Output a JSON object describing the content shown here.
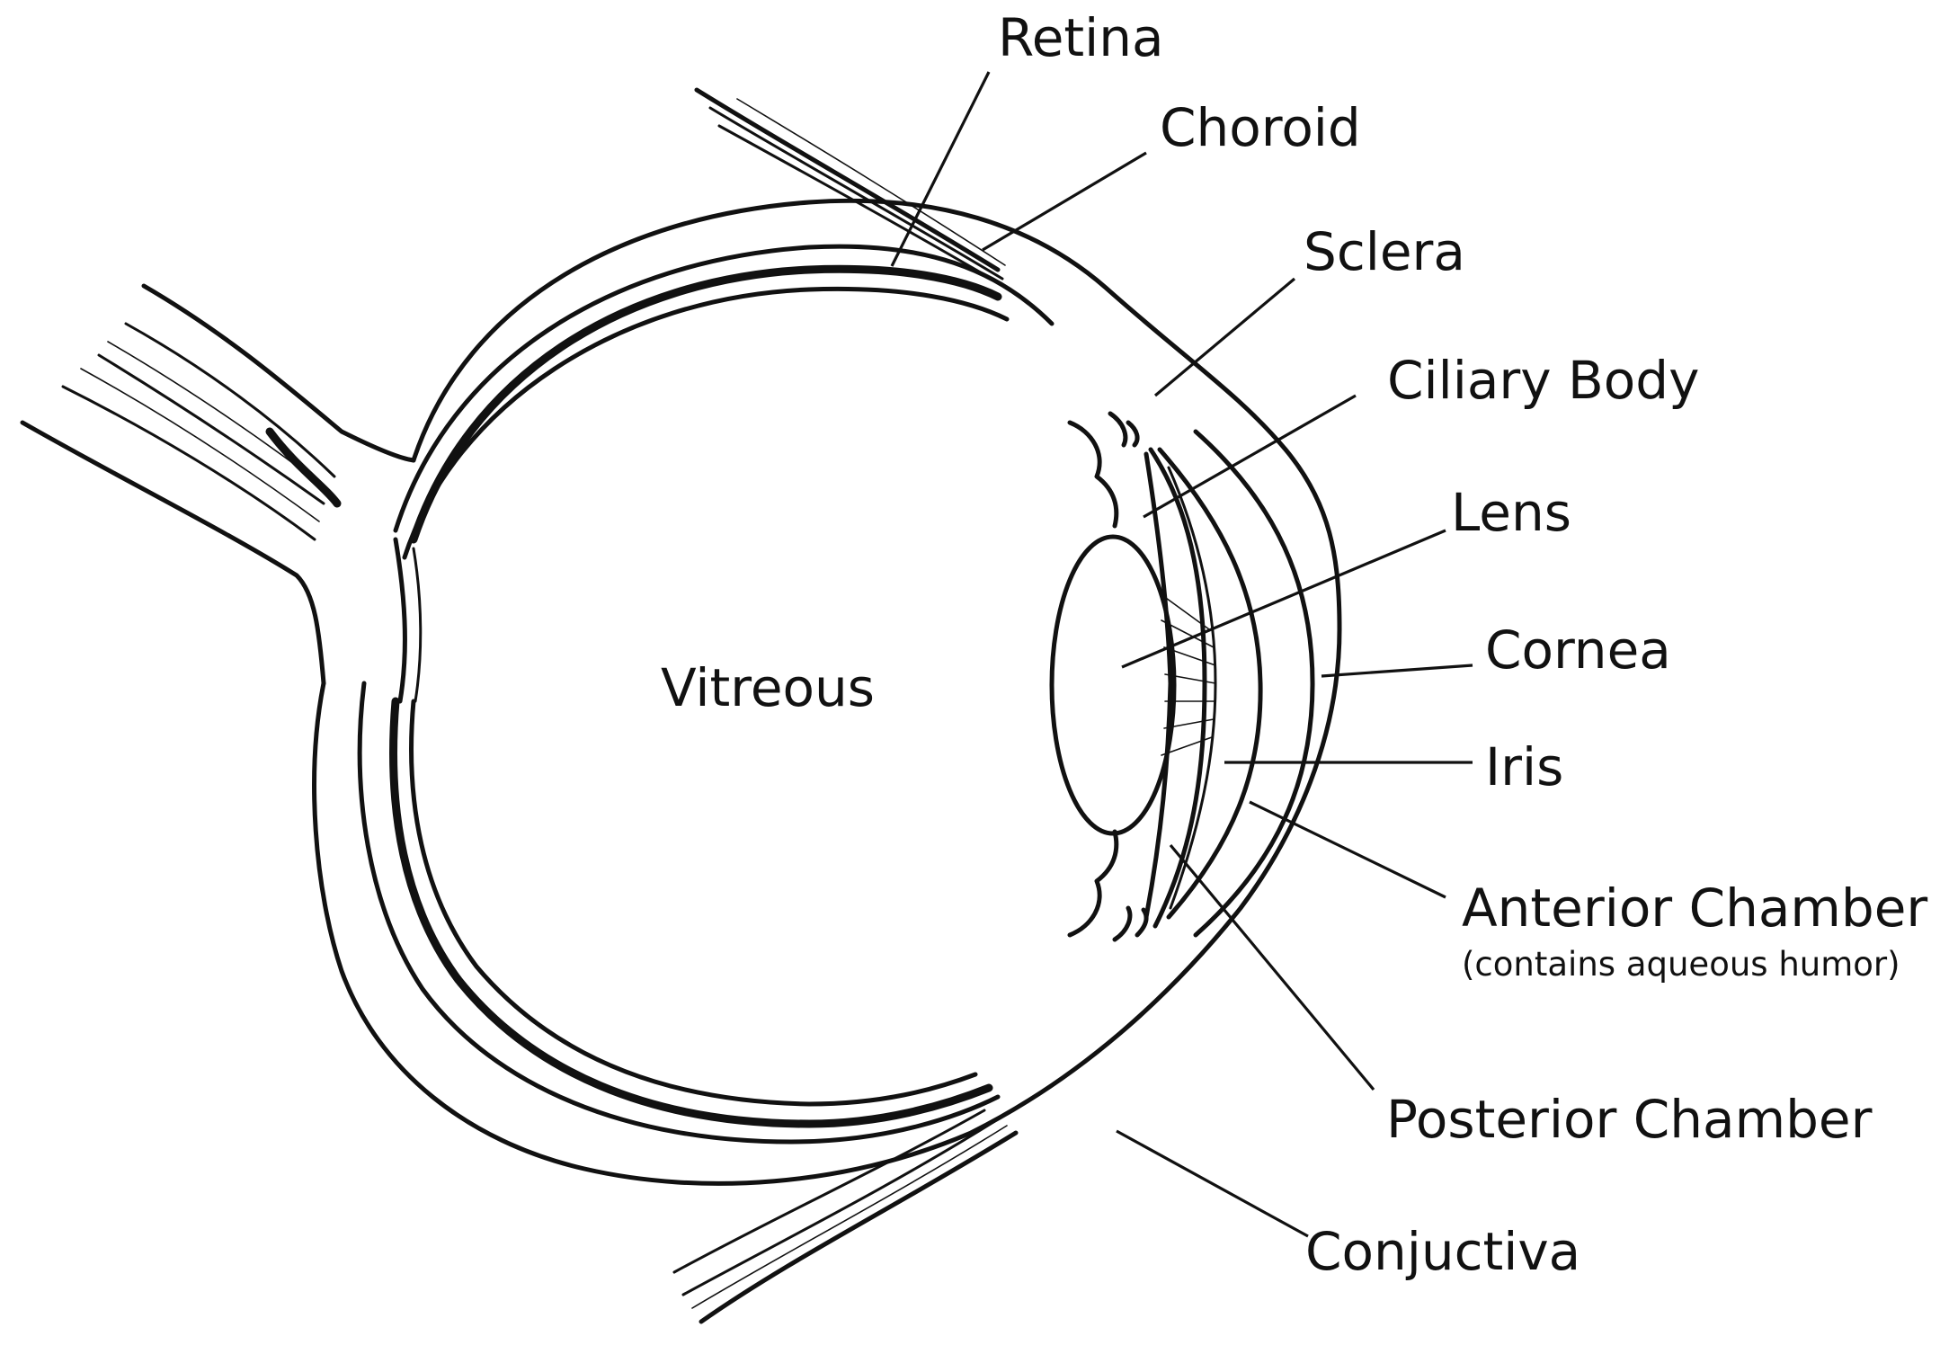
{
  "diagram": {
    "labels": {
      "retina": "Retina",
      "choroid": "Choroid",
      "sclera": "Sclera",
      "ciliary_body": "Ciliary Body",
      "lens": "Lens",
      "cornea": "Cornea",
      "iris": "Iris",
      "anterior_chamber": "Anterior Chamber",
      "anterior_chamber_note": "(contains aqueous humor)",
      "posterior_chamber": "Posterior Chamber",
      "conjuctiva": "Conjuctiva",
      "vitreous": "Vitreous"
    },
    "colors": {
      "ink": "#111111",
      "background": "#ffffff"
    }
  }
}
